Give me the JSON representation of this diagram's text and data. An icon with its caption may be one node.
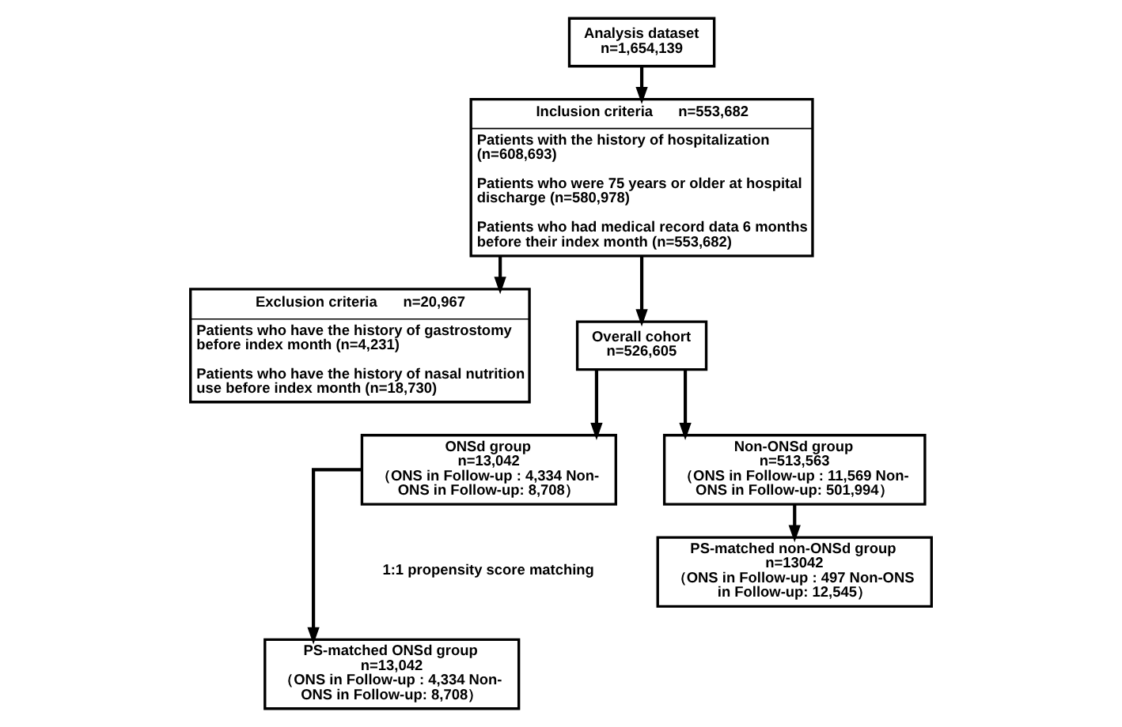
{
  "diagram": {
    "nodes": [
      {
        "text": [
          "Analysis dataset",
          "n=1,654,139"
        ]
      },
      {
        "text": [
          "Inclusion criteria",
          "n=553,682",
          "Patients with the history of hospitalization (n=608,693)",
          "Patients who were 75 years or older at hospital discharge (n=580,978)",
          "Patients who had medical record data 6 months before their index month (n=553,682)"
        ]
      },
      {
        "text": [
          "Exclusion criteria",
          "n=20,967",
          "Patients who have the history of gastrostomy before index month (n=4,231)",
          "Patients who have the history of nasal nutrition use before index month (n=18,730)"
        ]
      },
      {
        "text": [
          "Overall cohort",
          "n=526,605"
        ]
      },
      {
        "text": [
          "ONSd group",
          "n=13,042",
          "（ONS in Follow-up : 4,334 Non-ONS in Follow-up: 8,708）"
        ]
      },
      {
        "text": [
          "Non-ONSd group",
          "n=513,563",
          "（ONS in Follow-up : 11,569 Non-ONS in Follow-up: 501,994）"
        ]
      },
      {
        "text": [
          "PS-matched ONSd group",
          "n=13,042",
          "（ONS in Follow-up : 4,334 Non-ONS in Follow-up: 8,708）"
        ]
      },
      {
        "text": [
          "PS-matched non-ONSd group",
          "n=13042",
          "（ONS in Follow-up : 497 Non-ONS in Follow-up: 12,545）"
        ]
      }
    ],
    "edges": [
      {
        "from": 0,
        "to": 1,
        "arrow": "to"
      },
      {
        "from": 1,
        "to": 3,
        "arrow": "to"
      },
      {
        "from": 1,
        "to": 2,
        "arrow": "to"
      },
      {
        "from": 3,
        "to": 4,
        "arrow": "to"
      },
      {
        "from": 3,
        "to": 5,
        "arrow": "to"
      },
      {
        "from": 4,
        "to": 6,
        "arrow": "to"
      },
      {
        "from": 5,
        "to": 7,
        "arrow": "to"
      }
    ],
    "labels": [
      "1:1 propensity score matching"
    ]
  }
}
